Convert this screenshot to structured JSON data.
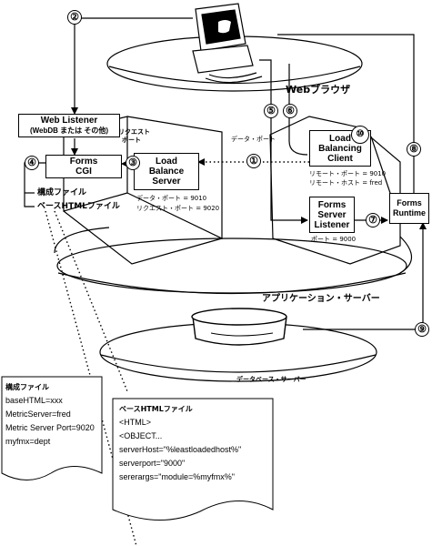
{
  "labels": {
    "web_browser": "Webブラウザ",
    "app_server": "アプリケーション・サーバー",
    "db_server": "データベース・サーバー",
    "request_port": [
      "リクエスト",
      "ポート"
    ],
    "data_port": "データ・ポート",
    "config_file": "構成ファイル",
    "base_html_file": "ベースHTMLファイル"
  },
  "boxes": {
    "web_listener": [
      "Web Listener",
      "(WebDB または その他)"
    ],
    "forms_cgi": [
      "Forms",
      "CGI"
    ],
    "load_balance_server": [
      "Load",
      "Balance",
      "Server"
    ],
    "load_balancing_client": [
      "Load",
      "Balancing",
      "Client"
    ],
    "forms_server_listener": [
      "Forms",
      "Server",
      "Listener"
    ],
    "forms_runtime": [
      "Forms",
      "Runtime"
    ]
  },
  "ports": {
    "lbs": [
      "データ・ポート = 9010",
      "リクエスト・ポート = 9020"
    ],
    "lbc": [
      "リモート・ポート = 9010",
      "リモート・ホスト = fred"
    ],
    "listener": "ポート = 9000"
  },
  "steps": [
    "①",
    "②",
    "③",
    "④",
    "⑤",
    "⑥",
    "⑦",
    "⑧",
    "⑨",
    "⑩"
  ],
  "config_note": {
    "title": "構成ファイル",
    "lines": [
      "baseHTML=xxx",
      "MetricServer=fred",
      "Metric Server Port=9020",
      "myfmx=dept"
    ]
  },
  "html_note": {
    "title": "ベースHTMLファイル",
    "lines": [
      "<HTML>",
      "<OBJECT...",
      "serverHost=\"%leastloadedhost%\"",
      "serverport=\"9000\"",
      "sererargs=\"module=%myfmx%\""
    ]
  }
}
